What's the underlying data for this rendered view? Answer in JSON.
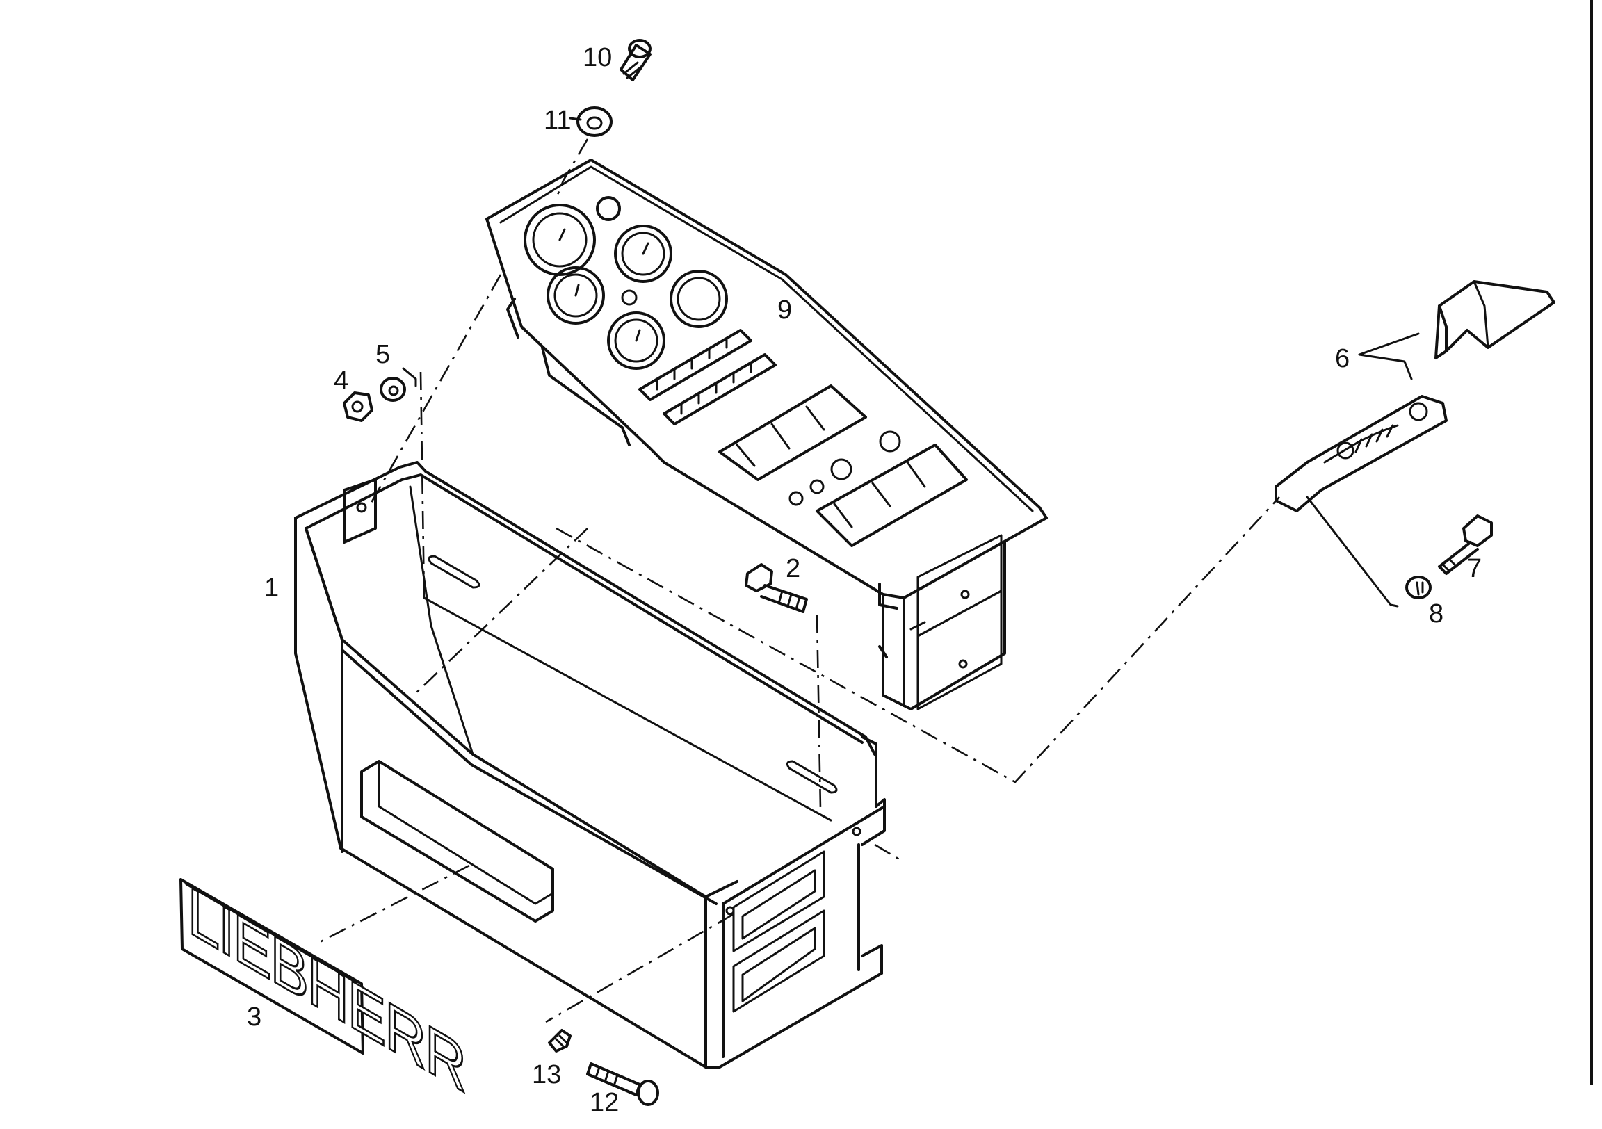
{
  "diagram": {
    "labels": {
      "p1": "1",
      "p2": "2",
      "p3": "3",
      "p4": "4",
      "p5": "5",
      "p6": "6",
      "p7": "7",
      "p8": "8",
      "p9": "9",
      "p10": "10",
      "p11": "11",
      "p12": "12",
      "p13": "13"
    },
    "nameplate_text": "LIEBHERR"
  }
}
